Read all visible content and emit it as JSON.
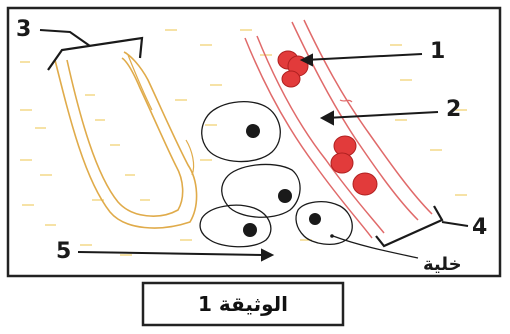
{
  "document": {
    "caption": "الوثيقة 1"
  },
  "labels": {
    "n1": "1",
    "n2": "2",
    "n3": "3",
    "n4": "4",
    "n5": "5",
    "cell": "خلية"
  },
  "colors": {
    "frame": "#222222",
    "red_cells": "#e23b3b",
    "vessel_wall": "#e06a6a",
    "hair": "#e0ab4a",
    "fat_lines": "#f0cf6a",
    "ink": "#1a1a1a"
  }
}
